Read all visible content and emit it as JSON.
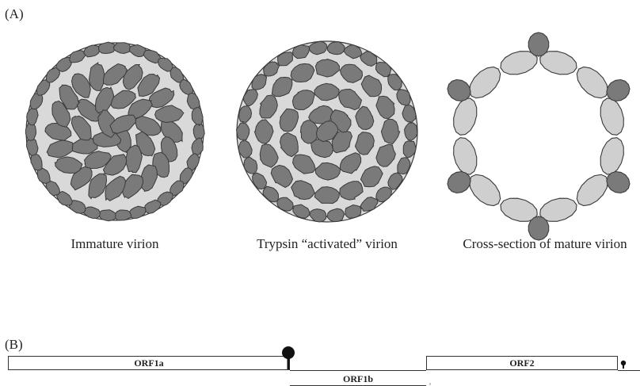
{
  "panels": {
    "a_label": "(A)",
    "b_label": "(B)"
  },
  "virions": {
    "immature_caption": "Immature virion",
    "trypsin_caption": "Trypsin “activated” virion",
    "cross_section_caption": "Cross-section of mature virion",
    "colors": {
      "shell": "#d9d9d9",
      "subunit_dark": "#7a7a7a",
      "subunit_light": "#cfcfcf",
      "outline": "#3a3a3a"
    }
  },
  "genome": {
    "orf1a": "ORF1a",
    "orf1b": "ORF1b",
    "orf2": "ORF2",
    "icons": [
      "stem-loop-large-icon",
      "stem-loop-small-icon"
    ]
  }
}
